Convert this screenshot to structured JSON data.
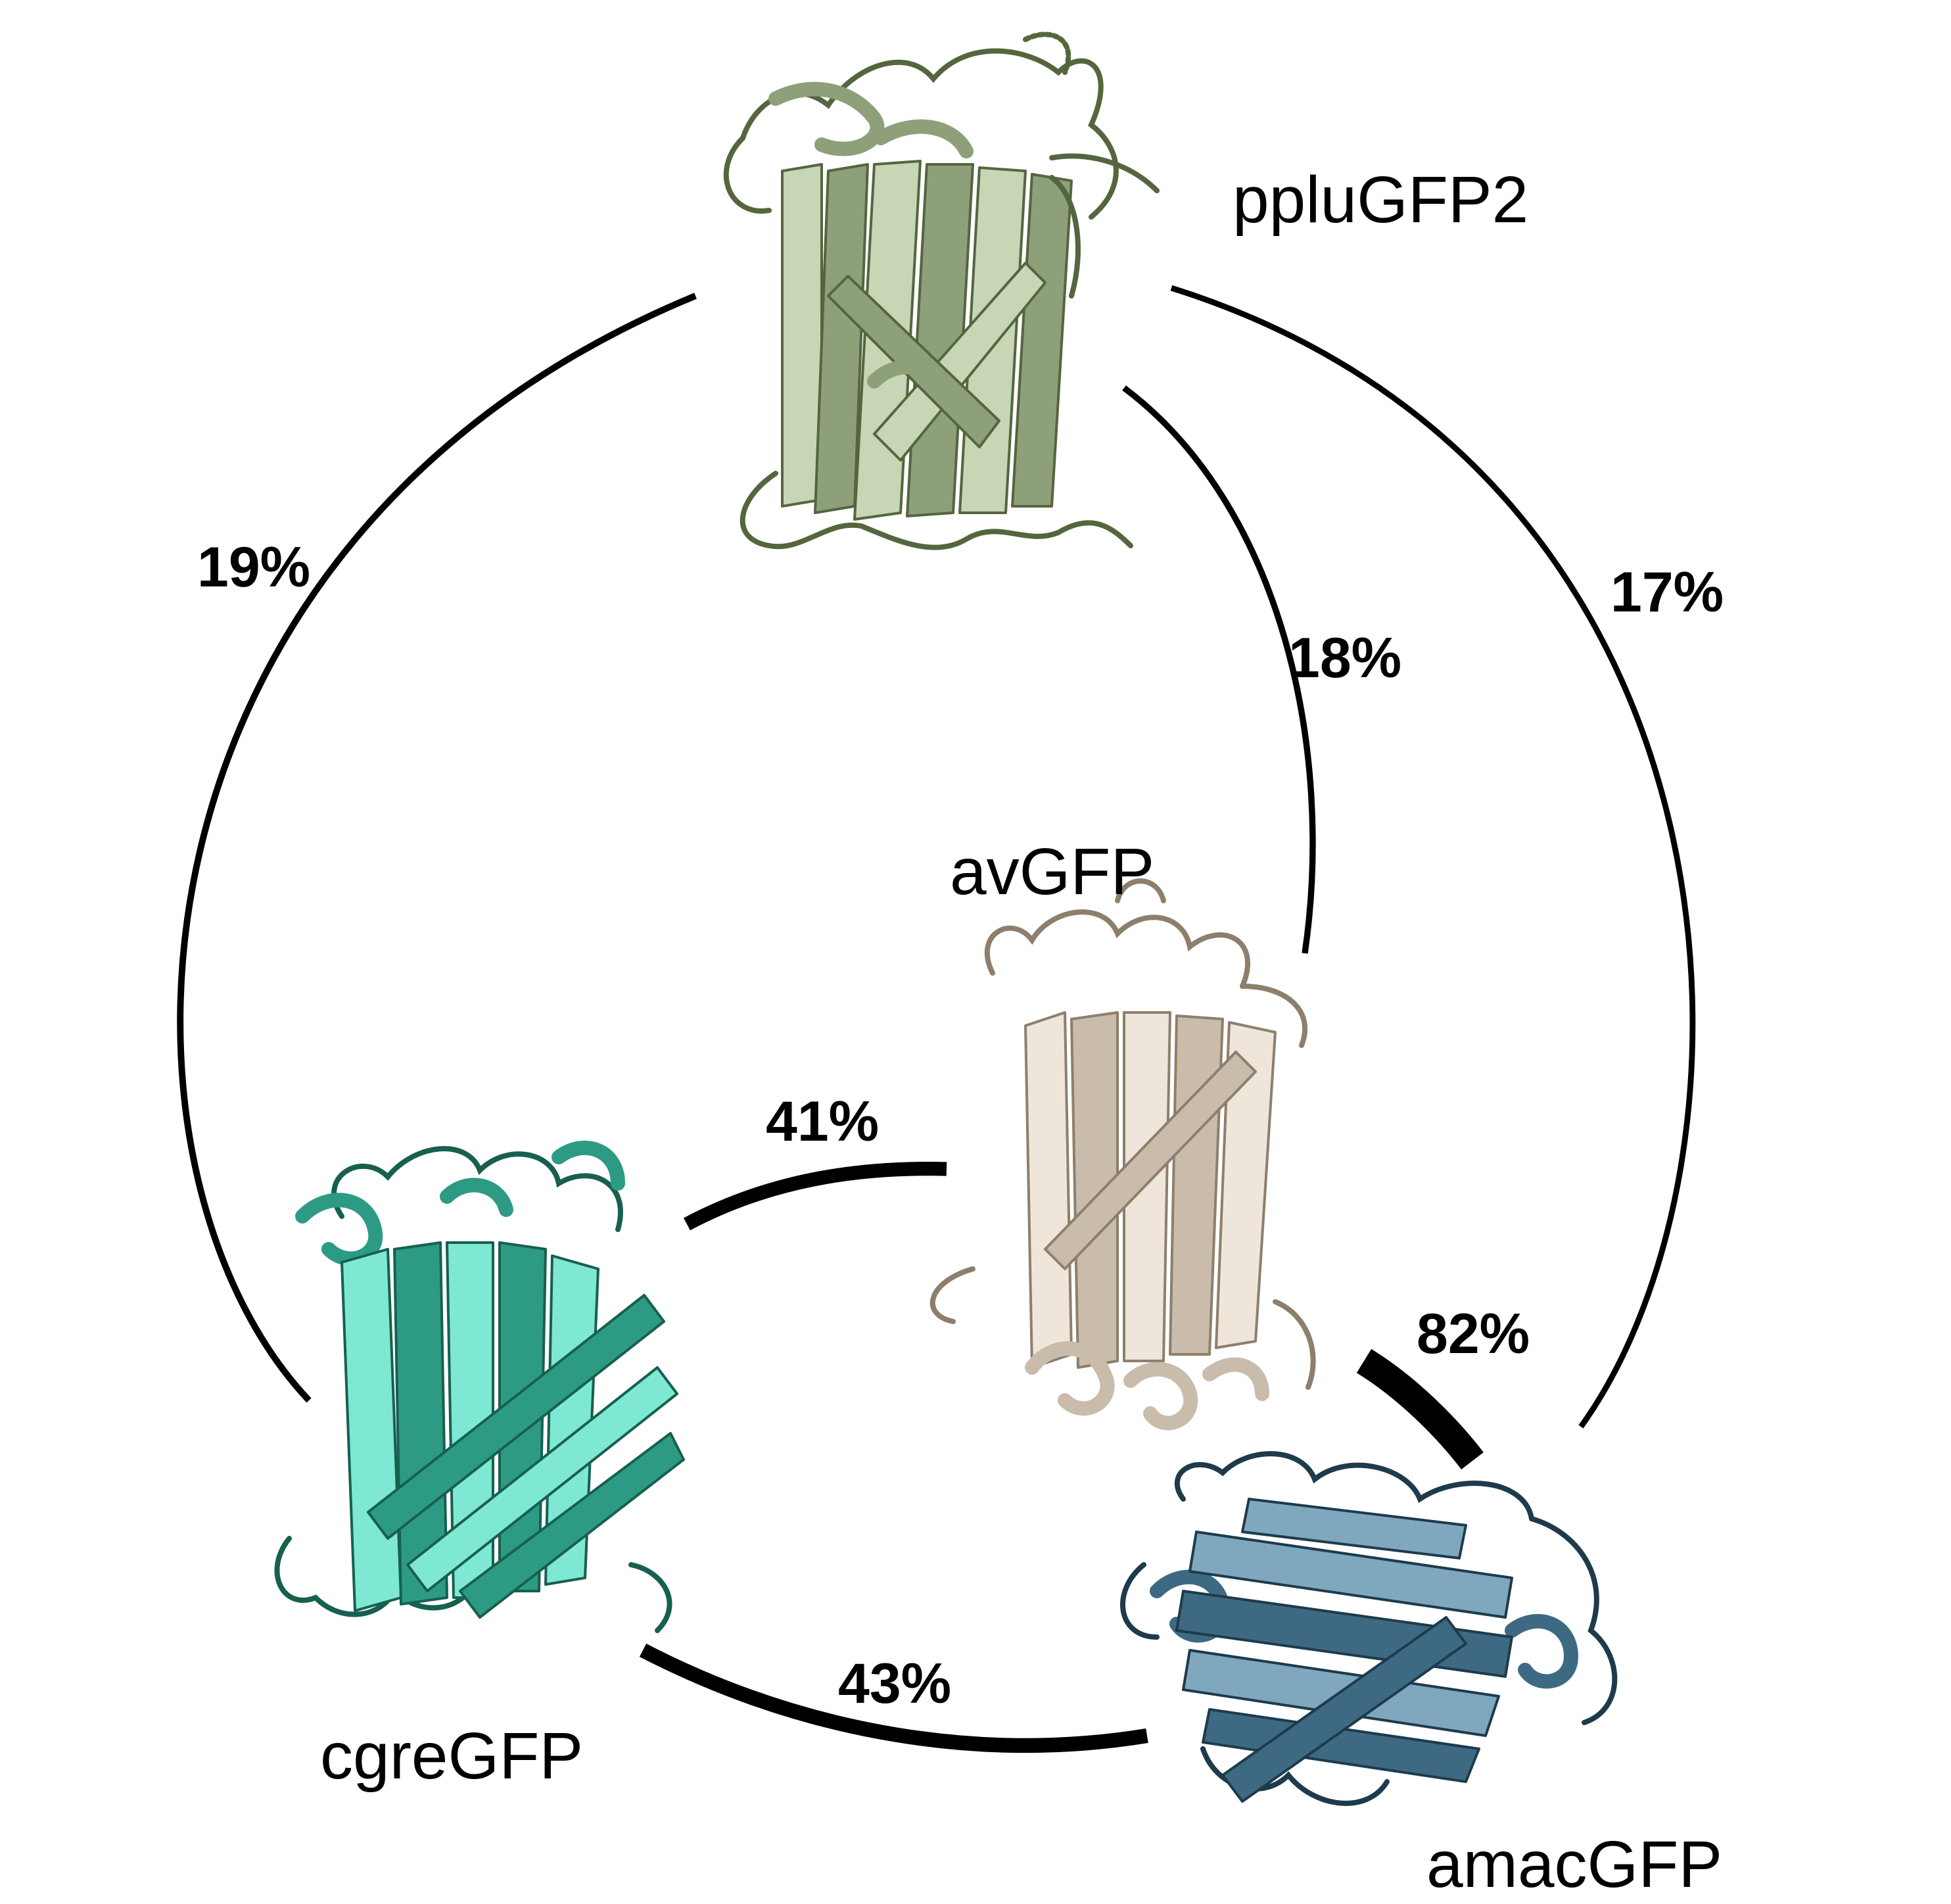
{
  "proteins": {
    "ppluGFP2": {
      "label": "ppluGFP2",
      "color": "#8ea07a",
      "light": "#c7d6b4",
      "dark": "#55663f"
    },
    "avGFP": {
      "label": "avGFP",
      "color": "#c9bcab",
      "light": "#eee6da",
      "dark": "#8e7f6d"
    },
    "cgreGFP": {
      "label": "cgreGFP",
      "color": "#2d9b84",
      "light": "#7ee8d3",
      "dark": "#17604f"
    },
    "amacGFP": {
      "label": "amacGFP",
      "color": "#3d6a82",
      "light": "#7fa8bf",
      "dark": "#1e3b4c"
    }
  },
  "edges": [
    {
      "from": "ppluGFP2",
      "to": "cgreGFP",
      "identity": 19,
      "label": "19%"
    },
    {
      "from": "ppluGFP2",
      "to": "avGFP",
      "identity": 18,
      "label": "18%"
    },
    {
      "from": "ppluGFP2",
      "to": "amacGFP",
      "identity": 17,
      "label": "17%"
    },
    {
      "from": "cgreGFP",
      "to": "avGFP",
      "identity": 41,
      "label": "41%"
    },
    {
      "from": "avGFP",
      "to": "amacGFP",
      "identity": 82,
      "label": "82%"
    },
    {
      "from": "cgreGFP",
      "to": "amacGFP",
      "identity": 43,
      "label": "43%"
    }
  ]
}
